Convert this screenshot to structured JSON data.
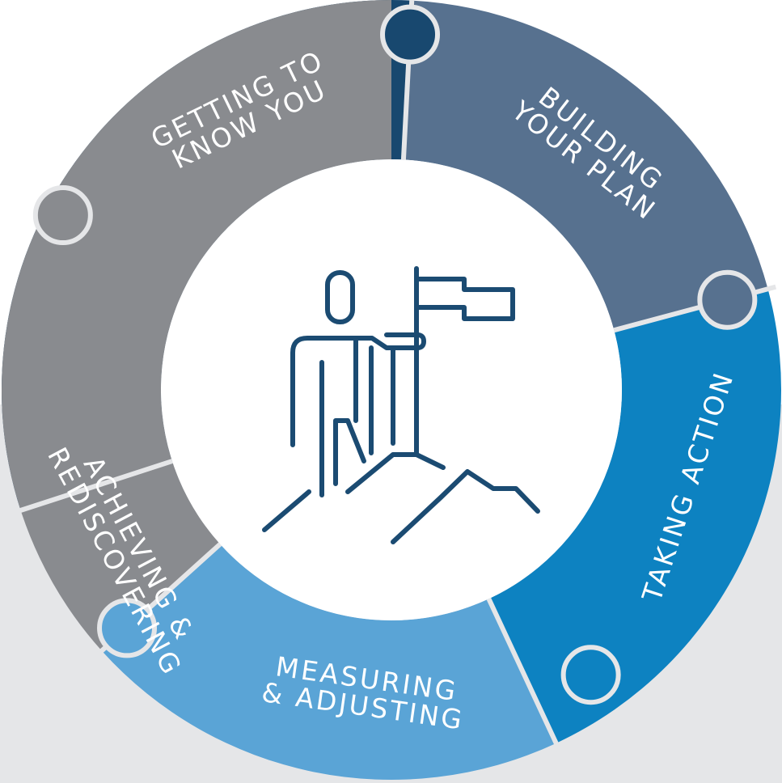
{
  "diagram": {
    "segments": [
      {
        "id": "getting-to-know-you",
        "color": "#18486f",
        "lines": [
          "GETTING TO",
          "KNOW YOU"
        ]
      },
      {
        "id": "building-your-plan",
        "color": "#57718f",
        "lines": [
          "BUILDING",
          "YOUR PLAN"
        ]
      },
      {
        "id": "taking-action",
        "color": "#0d82c1",
        "lines": [
          "TAKING ACTION"
        ]
      },
      {
        "id": "measuring-adjusting",
        "color": "#5aa4d6",
        "lines": [
          "MEASURING",
          "& ADJUSTING"
        ]
      },
      {
        "id": "achieving-rediscovering",
        "color": "#898b8f",
        "lines": [
          "ACHIEVING &",
          "REDISCOVERING"
        ]
      }
    ],
    "center_icon": "person-with-flag-on-mountain-icon",
    "colors": {
      "background_band": "#e5e6e8",
      "divider": "#e5e6e8",
      "center_fill": "#ffffff",
      "icon_stroke": "#1b4b72"
    }
  }
}
